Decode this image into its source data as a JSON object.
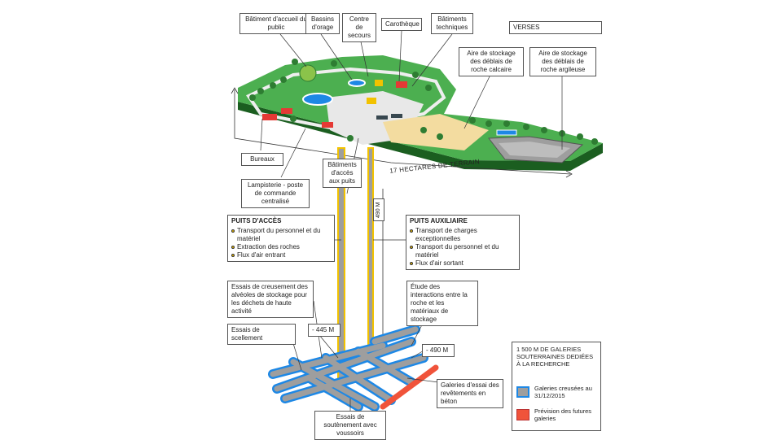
{
  "labels": {
    "accueil": "Bâtiment d'accueil du public",
    "bassins": "Bassins d'orage",
    "secours": "Centre de secours",
    "carotheque": "Carothèque",
    "techniques": "Bâtiments techniques",
    "verses": "VERSES",
    "stock_calcaire": "Aire de stockage des déblais de roche calcaire",
    "stock_argileuse": "Aire de stockage des déblais de roche argileuse",
    "bureaux": "Bureaux",
    "lampisterie": "Lampisterie - poste de commande centralisé",
    "acces_puits": "Bâtiments d'accès aux puits",
    "hectares": "17 HECTARES DE TERRAIN",
    "depth_490_shaft": "490 M",
    "puits_acces": {
      "title": "PUITS D'ACCÈS",
      "items": [
        "Transport du personnel et du matériel",
        "Extraction des roches",
        "Flux d'air entrant"
      ]
    },
    "puits_aux": {
      "title": "PUITS AUXILIAIRE",
      "items": [
        "Transport de charges exceptionnelles",
        "Transport du personnel et du matériel",
        "Flux d'air sortant"
      ]
    },
    "creusement": "Essais de creusement des alvéoles de stockage pour les déchets de haute activité",
    "interactions": "Étude des interactions entre la roche et les matériaux de stockage",
    "scellement": "Essais de scellement",
    "depth_445": "- 445 M",
    "depth_490": "- 490 M",
    "revetements": "Galeries d'essai des revêtements en béton",
    "soutenement": "Essais de soutènement avec voussoirs"
  },
  "legend": {
    "title": "1 500 M DE GALERIES SOUTERRAINES DEDIÉES À LA RECHERCHE",
    "items": [
      {
        "label": "Galeries creusées au 31/12/2015",
        "color": "#9e9e9e",
        "border": "#1e88e5"
      },
      {
        "label": "Prévision des futures galeries",
        "color": "#f0533a"
      }
    ]
  },
  "colors": {
    "grass": "#4caf50",
    "grass_dark": "#2e7d32",
    "ground_side": "#1b5e20",
    "road": "#e8e8e8",
    "shaft": "#f2c200",
    "gallery": "#9e9e9e",
    "gallery_border": "#1e88e5",
    "future": "#f0533a",
    "water": "#1e88e5",
    "dirt": "#f3dca0"
  }
}
